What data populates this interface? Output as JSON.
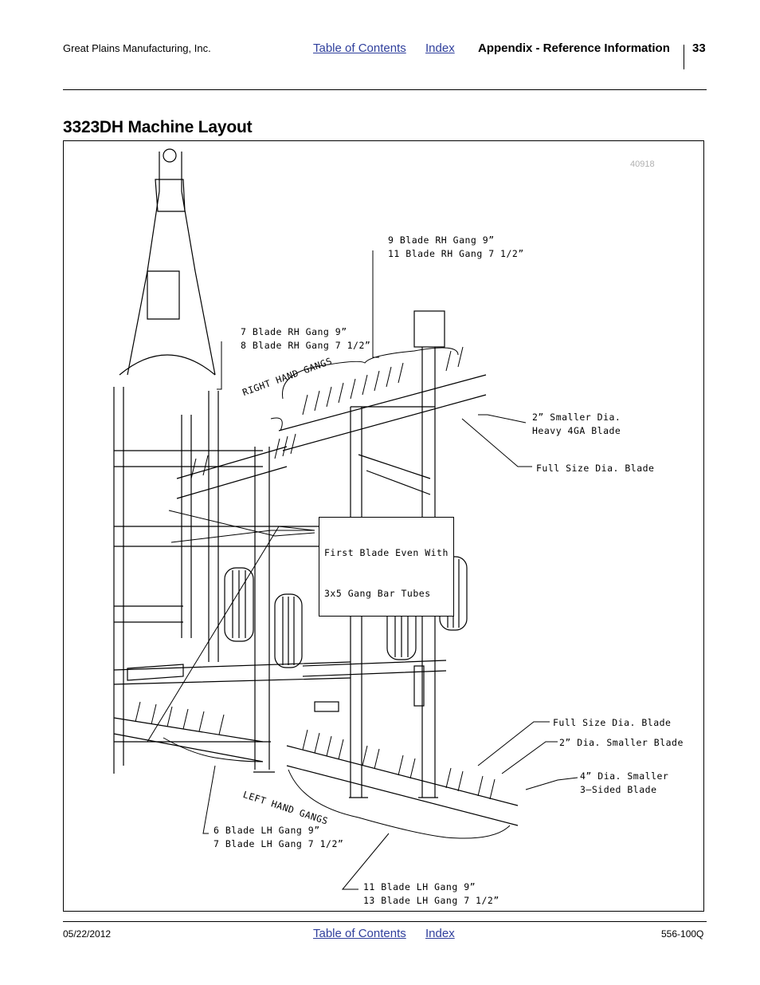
{
  "header": {
    "company": "Great Plains Manufacturing, Inc.",
    "toc_link": "Table of Contents",
    "index_link": "Index",
    "section": "Appendix - Reference Information",
    "page_number": "33"
  },
  "title": "3323DH Machine Layout",
  "figure": {
    "figure_id": "40918",
    "callouts": {
      "rh_outer_1": "9 Blade RH Gang 9”",
      "rh_outer_2": "11 Blade RH Gang 7 1/2”",
      "rh_inner_1": "7 Blade RH Gang 9”",
      "rh_inner_2": "8 Blade RH Gang 7 1/2”",
      "right_hand_gangs": "RIGHT HAND GANGS",
      "smaller_1": "2” Smaller Dia.",
      "smaller_2": "Heavy 4GA Blade",
      "full_size_top": "Full Size Dia. Blade",
      "first_blade_1": "First Blade Even With",
      "first_blade_2": "3x5 Gang Bar Tubes",
      "full_size_bottom": "Full Size Dia. Blade",
      "two_inch_smaller": "2” Dia. Smaller Blade",
      "four_inch_1": "4” Dia. Smaller",
      "four_inch_2": "3—Sided Blade",
      "left_hand_gangs": "LEFT HAND GANGS",
      "lh_inner_1": "6 Blade LH Gang 9”",
      "lh_inner_2": "7 Blade LH Gang 7 1/2”",
      "lh_outer_1": "11 Blade LH Gang 9”",
      "lh_outer_2": "13 Blade LH Gang 7 1/2”"
    }
  },
  "footer": {
    "date": "05/22/2012",
    "toc_link": "Table of Contents",
    "index_link": "Index",
    "doc_number": "556-100Q"
  }
}
